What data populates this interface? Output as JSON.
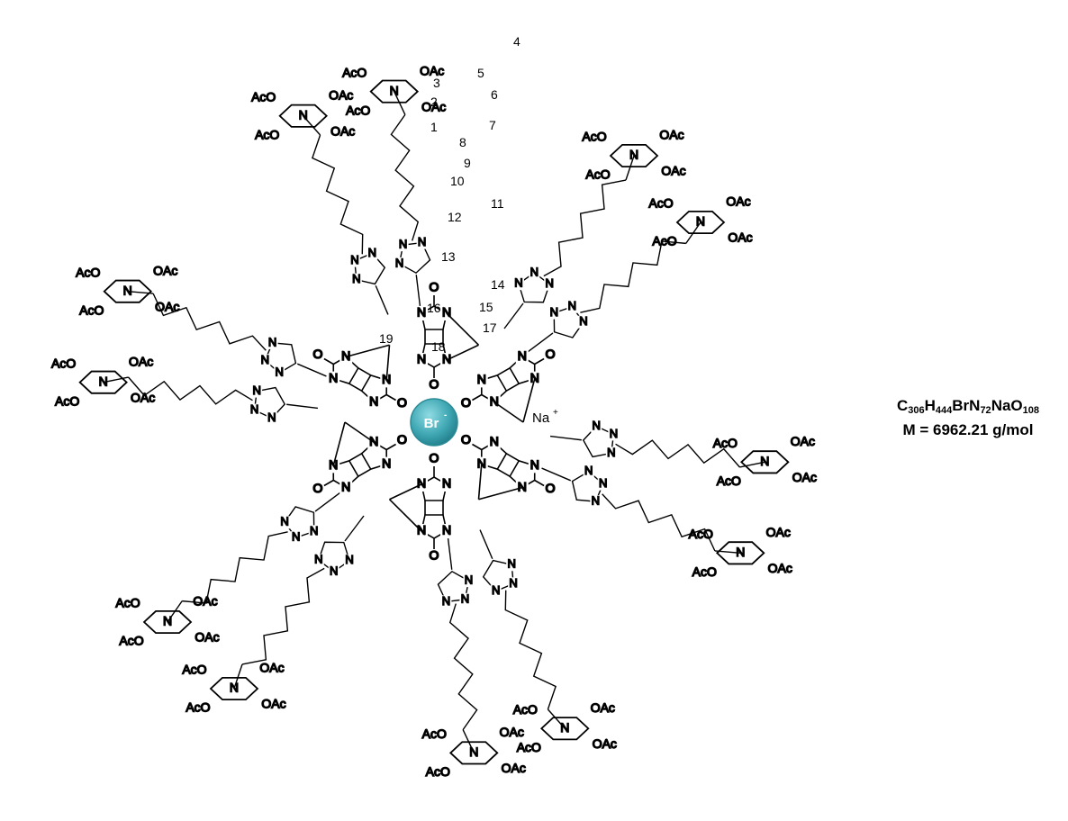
{
  "ion_label": "Br",
  "counter_ion_label": "Na",
  "formula": {
    "C_count": "306",
    "H_count": "444",
    "N_count": "72",
    "O_count": "108",
    "elements": [
      "C",
      "H",
      "BrN",
      "NaO"
    ],
    "molar_mass_line": "M = 6962.21 g/mol"
  },
  "atom_labels": {
    "N": "N",
    "O": "O",
    "OAc": "OAc",
    "AcO": "AcO"
  },
  "carbon_numbers": [
    "1",
    "2",
    "3",
    "4",
    "5",
    "6",
    "7",
    "8",
    "9",
    "10",
    "11",
    "12",
    "13",
    "14",
    "15",
    "16",
    "17",
    "18",
    "19"
  ],
  "colors": {
    "bond": "#000000",
    "ion_fill": "#3fa7b3",
    "ion_text": "#ffffff"
  },
  "arm_count": 12
}
